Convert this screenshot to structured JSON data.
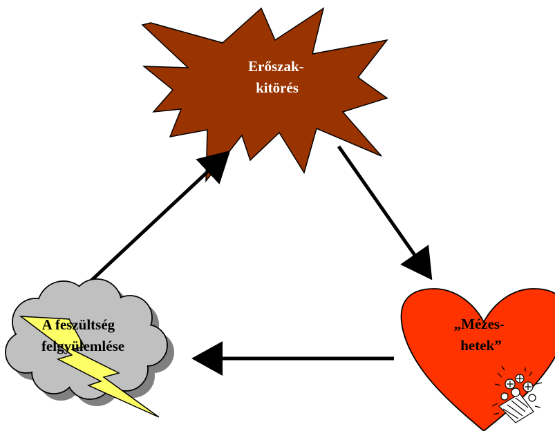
{
  "diagram": {
    "nodes": {
      "outburst": {
        "line1": "Erőszak-",
        "line2": "kitörés",
        "shape": "explosion",
        "fill": "#993300",
        "text_color": "#ffffff"
      },
      "honeymoon": {
        "line1": "„Mézes-",
        "line2": "hetek”",
        "shape": "heart",
        "fill": "#ff3300",
        "text_color": "#000000"
      },
      "tension": {
        "line1": "A feszültség",
        "line2": "felgyülemlése",
        "shape": "cloud-with-lightning",
        "fill": "#c0c0c0",
        "lightning_fill": "#ffff66",
        "text_color": "#000000"
      }
    },
    "edges": [
      {
        "from": "outburst",
        "to": "honeymoon"
      },
      {
        "from": "honeymoon",
        "to": "tension"
      },
      {
        "from": "tension",
        "to": "outburst"
      }
    ],
    "decorations": [
      "bouquet-icon"
    ]
  }
}
